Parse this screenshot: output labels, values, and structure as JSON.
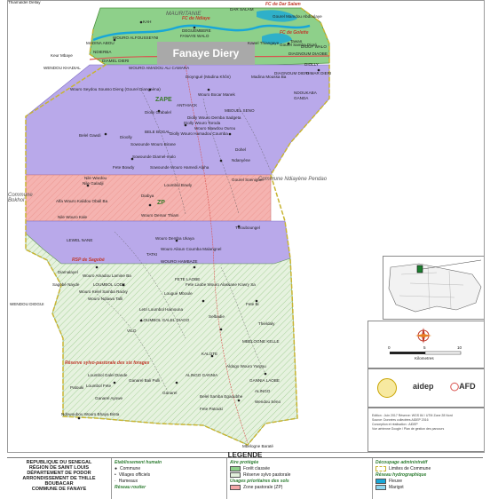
{
  "place_title": "Fanaye Diery",
  "colors": {
    "classified_forest": "#8ed08a",
    "agro_zone": "#b9a9ea",
    "pastoral_zone": "#f3a7a7",
    "sylvopastoral_reserve": "#e2f0dc",
    "river": "#18a7d8",
    "road": "#d9534f",
    "commune_boundary": "#c8b432"
  },
  "region_labels": {
    "mauritanie": "MAURITANIE",
    "commune_ndiayene": "Commune Ndiayène Pendao",
    "commune_bokhol": "Commune\nBokhol"
  },
  "zone_labels": {
    "zape": "ZAPE",
    "zp": "ZP"
  },
  "red_labels": {
    "fc_dar_salam": "FC de Dar Salam",
    "fc_ndiaye": "FC de Ndiaye",
    "fc_golette": "FC de Golette",
    "rsp_sagobe": "RSP de Sagobé",
    "reserve": "Réserve sylvo-pastorale des six forages"
  },
  "villages": [
    "DAR SALAM",
    "Gourel Mamdou Abdoulaye",
    "KAH",
    "DEGUEMBERE",
    "FANAYE WALO",
    "WOURO ALFOUSSEYNI",
    "MADINA ABOU",
    "NDIERBA",
    "Keur Mbaye",
    "DIAMEL DIERI",
    "Gourel Samba Dioré",
    "Tawan",
    "DIOUF WALO",
    "Kawel Thiangaye",
    "DIAGNOUM DIAOBE",
    "DIOLLY",
    "WENDOU KHADIAL",
    "WOURO AMADOU ALI CAMARA",
    "DIAGNOUM DIERI",
    "DIMAR DIERI",
    "Dioyngué (Madina Khôn)",
    "Madina Moussa Ba",
    "Wouro Seydou Sousso Dieng (Gourel Diangnèna)",
    "NDOUKABA",
    "Wouro Bocar Manek",
    "GANDA",
    "ANTHIACK",
    "MBOUEL SENO",
    "Diolly Grabalel",
    "Diolly Wouro Demba Sadgeta",
    "Diolly Wouro Toroda",
    "Wouro Mawdou Ourou",
    "BELE BOGAL",
    "Diolly Wouro Hamadou Coumba",
    "Belel Gawdi",
    "Dioolly",
    "Sowounde Wouro Birane",
    "Sowounde Diamel-malo",
    "Dohel",
    "Ndanyène",
    "Fete Bowdy",
    "Sowounde Wouro Hamedi Alpha",
    "Nile Wardou",
    "Nile Galadji",
    "Gourel Soeniguel",
    "Loumbol Bowly",
    "Alfa Wouro Kalidou Oball Ba",
    "Diabya",
    "Wouro Demar Thiam",
    "Nile Wouro Kale",
    "Thiouboungel",
    "LEWEL NANE",
    "Wouro Demba Ukaya",
    "Wouro Alioun Coumba Malangnel",
    "TATKI",
    "WOURO HAMBAZE",
    "Diamalayel",
    "Wouro Amadou Lamine Ba",
    "Sagobé Nayde",
    "LOUMBOL LODE",
    "FETE LAOBE",
    "Fete Laobe Wouro Alassane Kowry Sa",
    "Wouro Kelel Samba Racky",
    "Wouro Ndiawa Talli",
    "Lougué Mboule",
    "WENDOU DIOGUI",
    "Letri Loumbol Hamouna",
    "Fete Bi",
    "LOUMBOL GALEL DIAGO",
    "Selbadie",
    "Thieldaly",
    "VILO",
    "MBELOGNE KELLE",
    "KALOTE",
    "Aldogo Wouro Yargou",
    "Loumbol Galel Dande",
    "ALINGO GANNIA",
    "GANNIA LAOBE",
    "Ganarel Bali Pulli",
    "Loumbol Fete",
    "Patouki",
    "Ganarel",
    "ALINGO",
    "Belel Samba Egaoubhe",
    "Ganarel Ayowe",
    "Fete Patouki",
    "Wendou Séno",
    "Ndowoubou Wouro Bhaya Binta",
    "Mbelogne Baraté",
    "Thiamaldel Dellay"
  ],
  "scale": {
    "unit": "Kilometres",
    "ticks": [
      "0",
      "5",
      "10"
    ]
  },
  "logos": {
    "aidep": "aidep",
    "afd": "AFD"
  },
  "credits": [
    "Edition : Juin 2017 Réserve: WGS 84 / UTM Zone 28 Nord",
    "Source: Données collectées AIDEP 2016",
    "Conception et réalisation : AIDEP",
    "Vue aérienne Google / Plan de gestion des parcours"
  ],
  "legend": {
    "header": "LEGENDE",
    "admin": [
      "REPUBLIQUE DU SENEGAL",
      "RÉGION DE SAINT LOUIS",
      "DÉPARTEMENT DE PODOR",
      "ARRONDISSEMENT DE THILLE BOUBACAR",
      "COMMUNE DE FANAYE"
    ],
    "human_title": "Etablissement humain",
    "human_items": [
      "Commune",
      "Villages officiels",
      "Hameaux"
    ],
    "road_title": "Réseau routier",
    "protected_title": "Aire protégée",
    "protected_items": [
      "Forêt classée",
      "Réserve sylvo pastorale"
    ],
    "usage_title": "Usages prioritaires des sols",
    "usage_items": [
      "Zone pastorale (ZP)"
    ],
    "admin_div_title": "Découpage administratif",
    "admin_div_items": [
      "Limites de Commune"
    ],
    "hydro_title": "Réseau hydrographique",
    "hydro_items": [
      "Fleuve",
      "Marigot"
    ]
  }
}
